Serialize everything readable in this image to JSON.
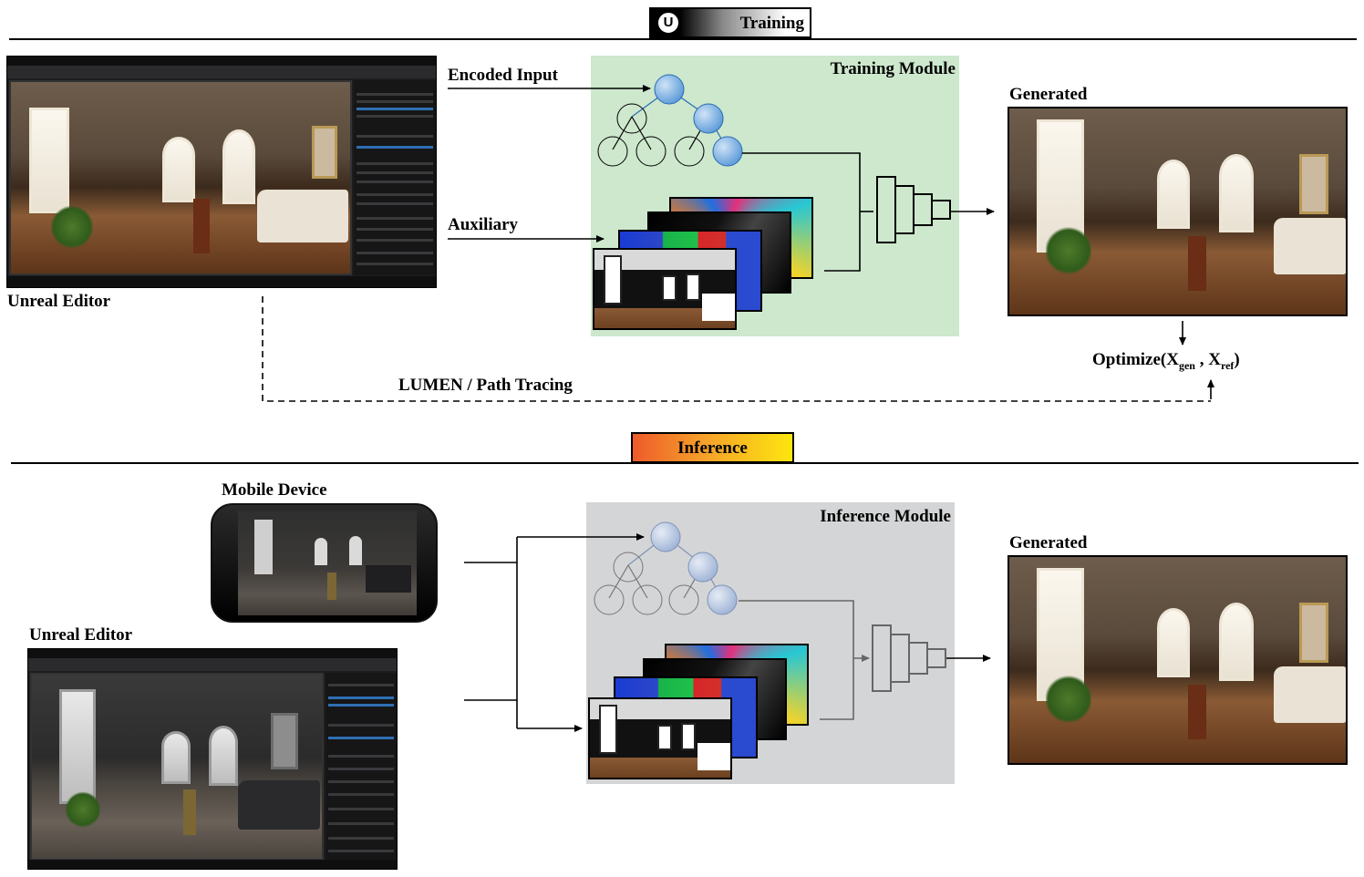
{
  "training": {
    "badge_label": "Training",
    "unreal_editor_label": "Unreal Editor",
    "encoded_input_label": "Encoded Input",
    "auxiliary_label": "Auxiliary",
    "module_title": "Training Module",
    "generated_label": "Generated",
    "optimize": {
      "prefix": "Optimize(X",
      "sub1": "gen",
      "mid": " , X",
      "sub2": "ref",
      "suffix": ")"
    },
    "lumen_label": "LUMEN / Path Tracing"
  },
  "inference": {
    "badge_label": "Inference",
    "mobile_device_label": "Mobile Device",
    "unreal_editor_label": "Unreal Editor",
    "module_title": "Inference Module",
    "generated_label": "Generated"
  },
  "colors": {
    "training_module_bg": "#cde8cd",
    "inference_module_bg": "#d4d5d6",
    "node_blue": "#7fb2e5",
    "inference_gradient": [
      "#ee5b2a",
      "#fde60f"
    ]
  },
  "icons": {
    "unreal_logo": "unreal-engine-logo-icon"
  }
}
